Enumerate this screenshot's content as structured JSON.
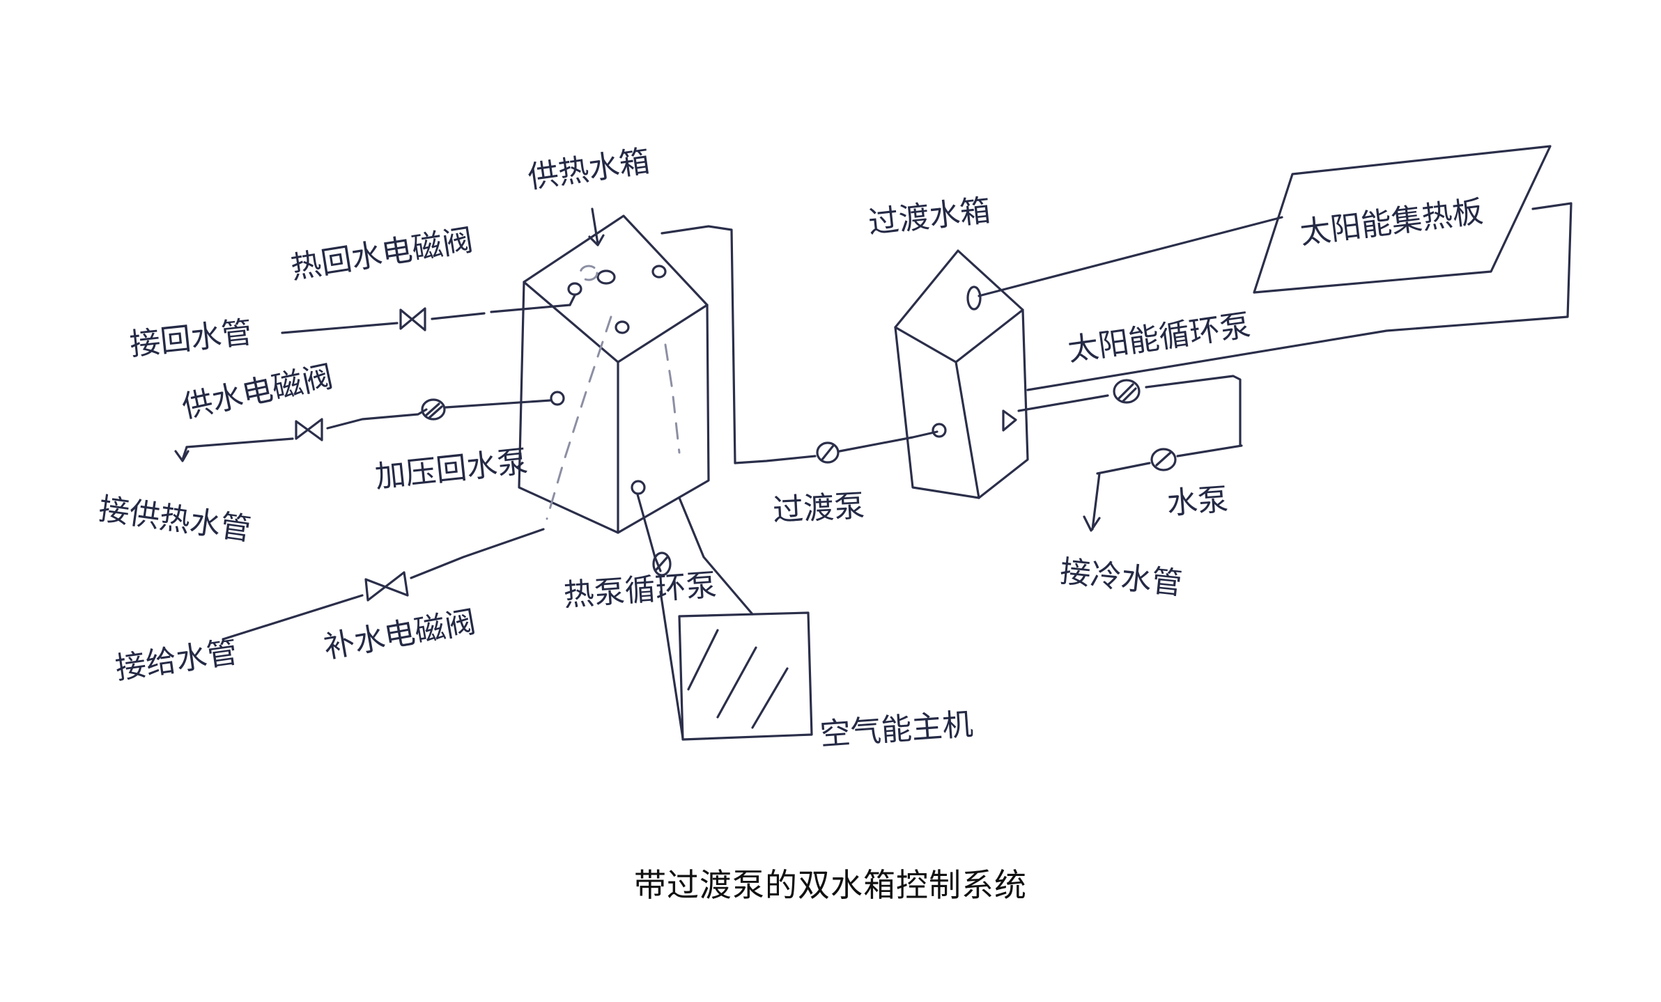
{
  "caption": "带过渡泵的双水箱控制系统",
  "labels": {
    "hot_tank": "供热水箱",
    "transition_tank": "过渡水箱",
    "solar_collector": "太阳能集热板",
    "hot_return_valve": "热回水电磁阀",
    "return_pipe": "接回水管",
    "supply_valve": "供水电磁阀",
    "supply_pipe": "接供热水管",
    "boost_return_pump": "加压回水泵",
    "make_up_pipe": "接给水管",
    "make_up_valve": "补水电磁阀",
    "heat_pump_circ": "热泵循环泵",
    "heat_pump_unit": "空气能主机",
    "transition_pump": "过渡泵",
    "solar_circ_pump": "太阳能循环泵",
    "water_pump": "水泵",
    "cold_pipe": "接冷水管"
  }
}
